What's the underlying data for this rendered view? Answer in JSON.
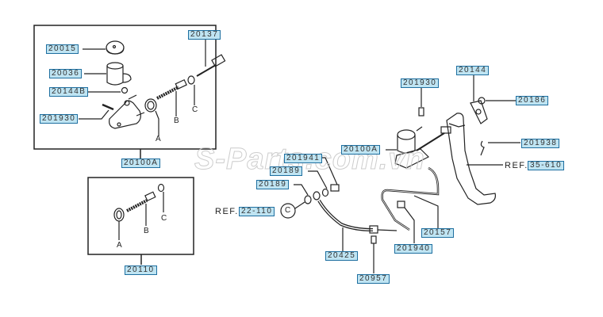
{
  "diagram": {
    "watermark": "S-Parts.com.vn",
    "colors": {
      "label_fill": "#bfe4f2",
      "label_border": "#1e6fa0",
      "line": "#222222"
    },
    "assembly_box_1": {
      "label": "20100A",
      "parts": [
        {
          "id": "20015",
          "desc": "reservoir cap"
        },
        {
          "id": "20036",
          "desc": "reservoir"
        },
        {
          "id": "20144B",
          "desc": "grommet"
        },
        {
          "id": "201930",
          "desc": "pin"
        },
        {
          "id": "20137",
          "desc": "push rod"
        }
      ],
      "letters": [
        "A",
        "B",
        "C"
      ]
    },
    "assembly_box_2": {
      "label": "20110",
      "letters": [
        "A",
        "B",
        "C"
      ]
    },
    "right_parts": [
      {
        "id": "201930"
      },
      {
        "id": "20144"
      },
      {
        "id": "20186"
      },
      {
        "id": "201938"
      },
      {
        "id": "20100A"
      },
      {
        "id": "201941"
      },
      {
        "id": "20189"
      },
      {
        "id": "20189"
      },
      {
        "id": "20157"
      },
      {
        "id": "201940"
      },
      {
        "id": "20425"
      },
      {
        "id": "20957"
      }
    ],
    "references": [
      {
        "prefix": "REF.",
        "code": "35-610"
      },
      {
        "prefix": "REF.",
        "code": "22-110"
      }
    ],
    "callout_letter": "C"
  }
}
